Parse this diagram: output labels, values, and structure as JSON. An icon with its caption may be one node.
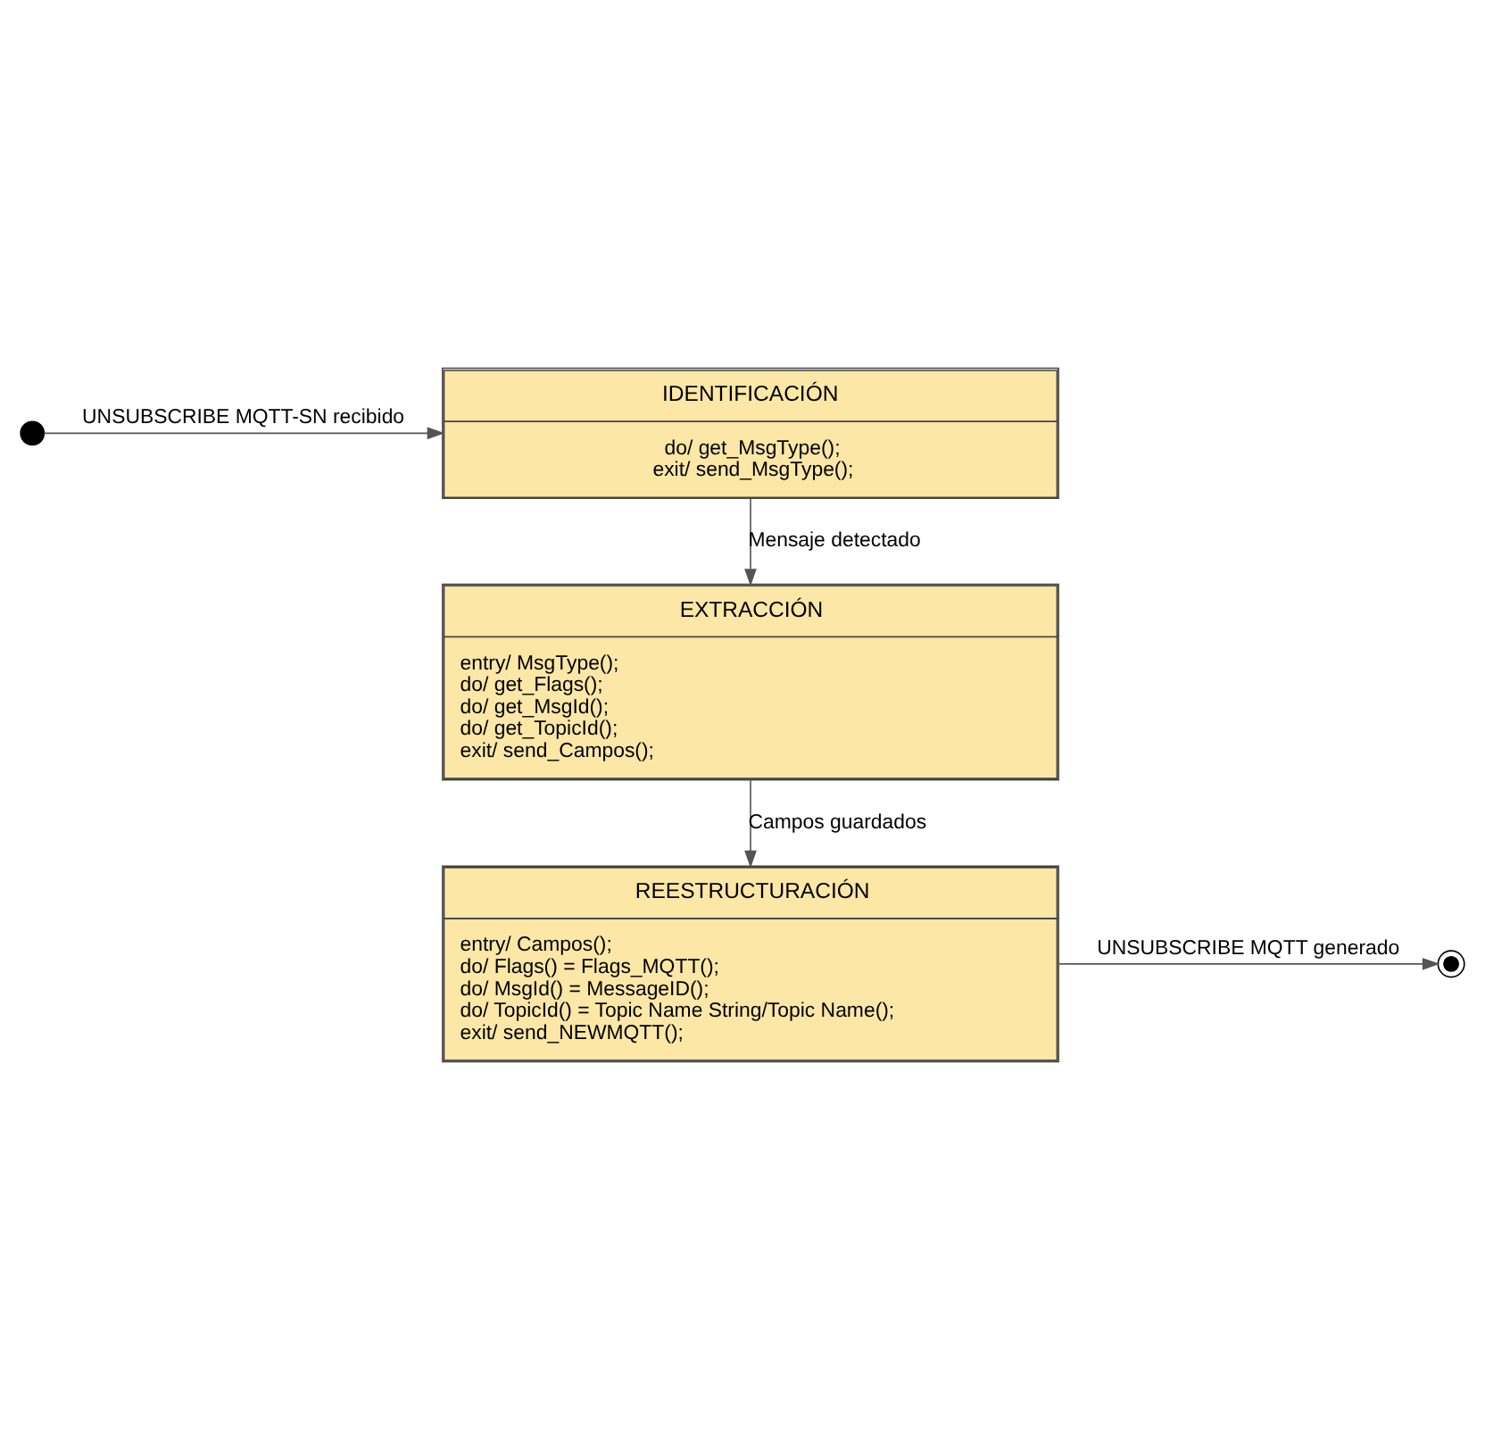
{
  "diagram": {
    "nodes": [
      {
        "text": [],
        "shape": "circle"
      },
      {
        "text": [
          "IDENTIFICACIÓN",
          "do/ get_MsgType();",
          "exit/ send_MsgType();"
        ]
      },
      {
        "text": [
          "EXTRACCIÓN",
          "entry/ MsgType();",
          "do/ get_Flags();",
          "do/ get_MsgId();",
          "do/ get_TopicId();",
          "exit/ send_Campos();"
        ]
      },
      {
        "text": [
          "REESTRUCTURACIÓN",
          "entry/ Campos();",
          "do/ Flags() = Flags_MQTT();",
          "do/ MsgId() = MessageID();",
          "do/ TopicId() = Topic Name String/Topic Name();",
          "exit/ send_NEWMQTT();"
        ]
      },
      {
        "text": [],
        "shape": "circle"
      }
    ],
    "edges": [
      {
        "from": 0,
        "to": 1,
        "arrow": "to",
        "label": "UNSUBSCRIBE MQTT-SN recibido"
      },
      {
        "from": 1,
        "to": 2,
        "arrow": "to",
        "label": "Mensaje detectado"
      },
      {
        "from": 2,
        "to": 3,
        "arrow": "to",
        "label": "Campos guardados"
      },
      {
        "from": 3,
        "to": 4,
        "arrow": "to",
        "label": "UNSUBSCRIBE MQTT generado"
      }
    ]
  }
}
